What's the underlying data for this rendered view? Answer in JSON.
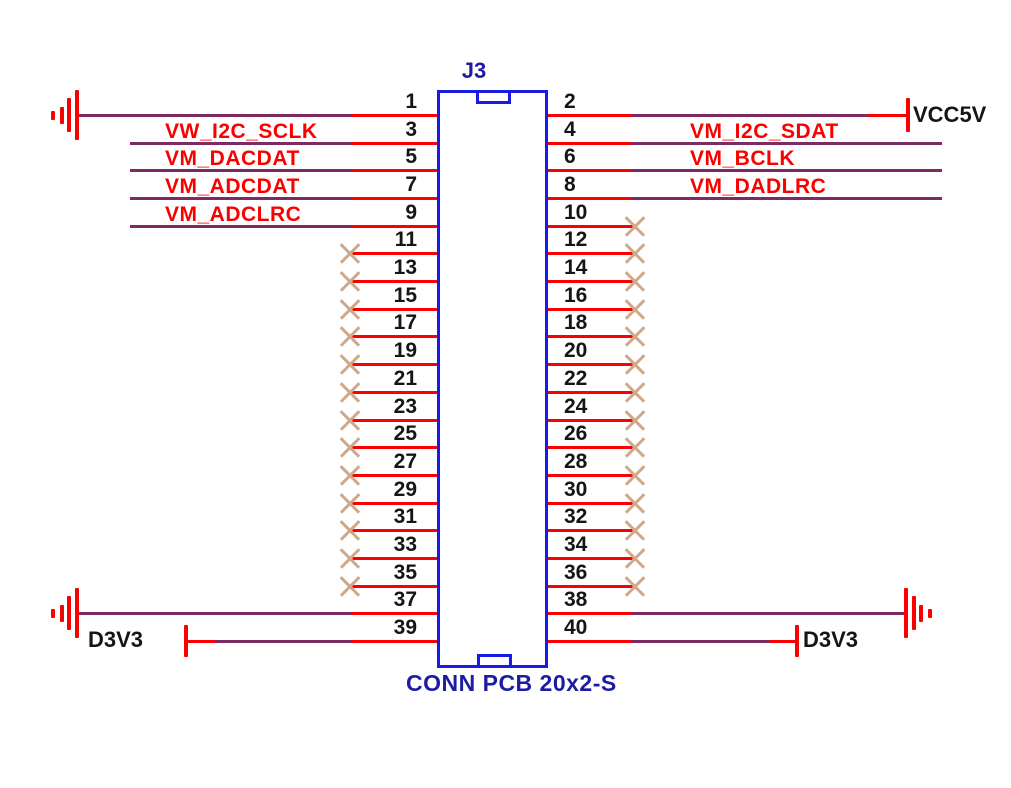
{
  "schematic": {
    "designator": "J3",
    "part_label": "CONN PCB 20x2-S",
    "colors": {
      "connector_outline": "#1a1ae6",
      "designator_text": "#1c1ca3",
      "pin": "#fa0000",
      "wire": "#7e2a64",
      "no_connect": "#cfa98a",
      "net_label": "#fa0000",
      "power_text": "#151515"
    },
    "left_pins": [
      {
        "num": "1",
        "terminal": "bars"
      },
      {
        "num": "3",
        "net": "VW_I2C_SCLK"
      },
      {
        "num": "5",
        "net": "VM_DACDAT"
      },
      {
        "num": "7",
        "net": "VM_ADCDAT"
      },
      {
        "num": "9",
        "net": "VM_ADCLRC"
      },
      {
        "num": "11",
        "no_connect": true
      },
      {
        "num": "13",
        "no_connect": true
      },
      {
        "num": "15",
        "no_connect": true
      },
      {
        "num": "17",
        "no_connect": true
      },
      {
        "num": "19",
        "no_connect": true
      },
      {
        "num": "21",
        "no_connect": true
      },
      {
        "num": "23",
        "no_connect": true
      },
      {
        "num": "25",
        "no_connect": true
      },
      {
        "num": "27",
        "no_connect": true
      },
      {
        "num": "29",
        "no_connect": true
      },
      {
        "num": "31",
        "no_connect": true
      },
      {
        "num": "33",
        "no_connect": true
      },
      {
        "num": "35",
        "no_connect": true
      },
      {
        "num": "37",
        "terminal": "bars"
      },
      {
        "num": "39",
        "terminal": "bar",
        "net": "D3V3"
      }
    ],
    "right_pins": [
      {
        "num": "2",
        "terminal": "bar",
        "net": "VCC5V"
      },
      {
        "num": "4",
        "net": "VM_I2C_SDAT"
      },
      {
        "num": "6",
        "net": "VM_BCLK"
      },
      {
        "num": "8",
        "net": "VM_DADLRC"
      },
      {
        "num": "10",
        "no_connect": true
      },
      {
        "num": "12",
        "no_connect": true
      },
      {
        "num": "14",
        "no_connect": true
      },
      {
        "num": "16",
        "no_connect": true
      },
      {
        "num": "18",
        "no_connect": true
      },
      {
        "num": "20",
        "no_connect": true
      },
      {
        "num": "22",
        "no_connect": true
      },
      {
        "num": "24",
        "no_connect": true
      },
      {
        "num": "26",
        "no_connect": true
      },
      {
        "num": "28",
        "no_connect": true
      },
      {
        "num": "30",
        "no_connect": true
      },
      {
        "num": "32",
        "no_connect": true
      },
      {
        "num": "34",
        "no_connect": true
      },
      {
        "num": "36",
        "no_connect": true
      },
      {
        "num": "38",
        "terminal": "bars"
      },
      {
        "num": "40",
        "terminal": "bar",
        "net": "D3V3"
      }
    ]
  }
}
